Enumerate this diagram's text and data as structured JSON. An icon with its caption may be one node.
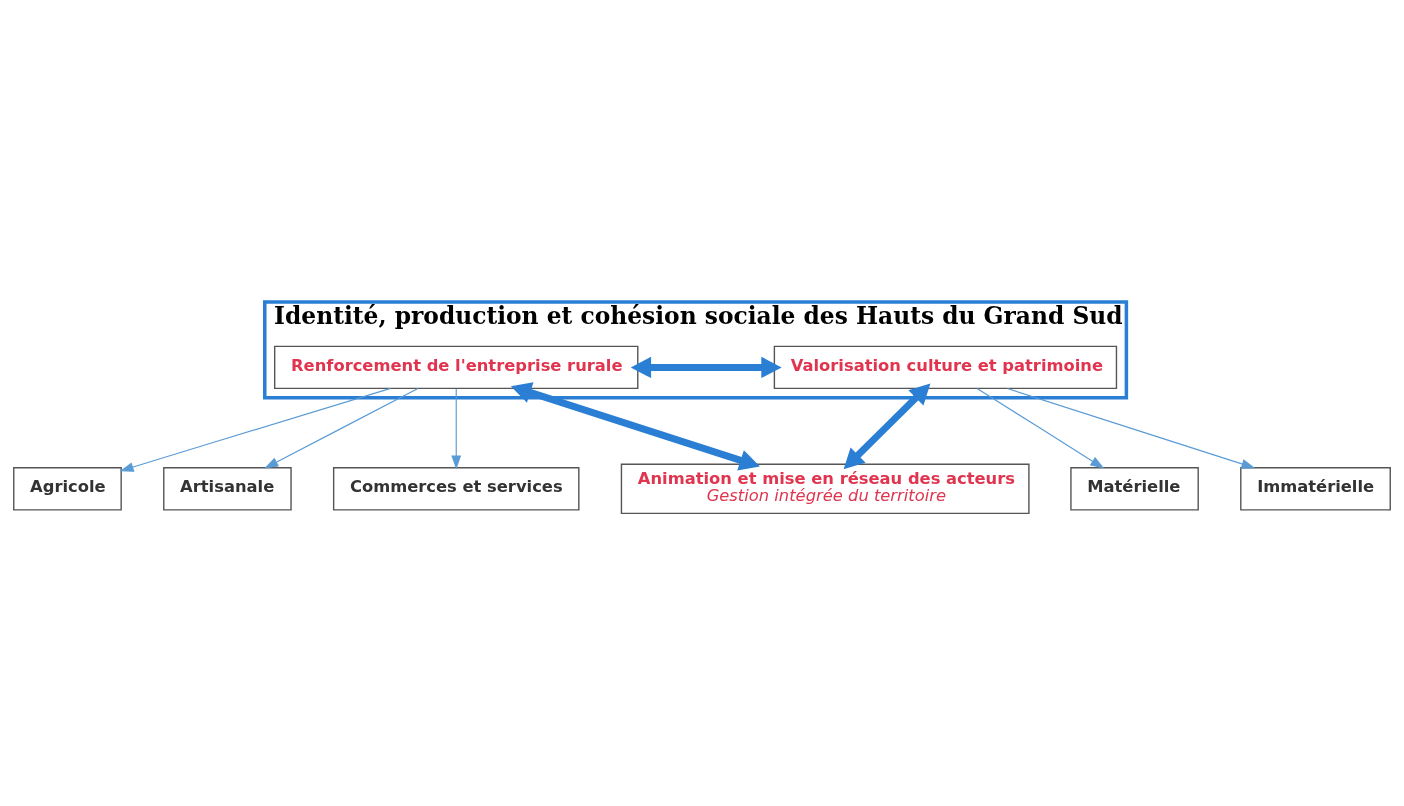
{
  "diagram": {
    "nodes": [
      {
        "text": [
          "Identité, production et cohésion sociale des Hauts du Grand Sud"
        ]
      },
      {
        "text": [
          "Renforcement de l'entreprise rurale"
        ],
        "in": 0
      },
      {
        "text": [
          "Valorisation culture et patrimoine"
        ],
        "in": 0
      },
      {
        "text": [
          "Agricole"
        ]
      },
      {
        "text": [
          "Artisanale"
        ]
      },
      {
        "text": [
          "Commerces et services"
        ]
      },
      {
        "text": [
          "Matérielle"
        ]
      },
      {
        "text": [
          "Immatérielle"
        ]
      },
      {
        "text": [
          "Animation et mise en réseau des acteurs",
          "Gestion intégrée du territoire"
        ]
      }
    ],
    "edges": [
      {
        "from": 1,
        "to": 2,
        "arrow": "both",
        "style": "thick"
      },
      {
        "from": 1,
        "to": 3,
        "arrow": "to"
      },
      {
        "from": 1,
        "to": 4,
        "arrow": "to"
      },
      {
        "from": 1,
        "to": 5,
        "arrow": "to"
      },
      {
        "from": 2,
        "to": 6,
        "arrow": "to"
      },
      {
        "from": 2,
        "to": 7,
        "arrow": "to"
      },
      {
        "from": 1,
        "to": 8,
        "arrow": "both",
        "style": "thick"
      },
      {
        "from": 2,
        "to": 8,
        "arrow": "both",
        "style": "thick"
      }
    ]
  }
}
